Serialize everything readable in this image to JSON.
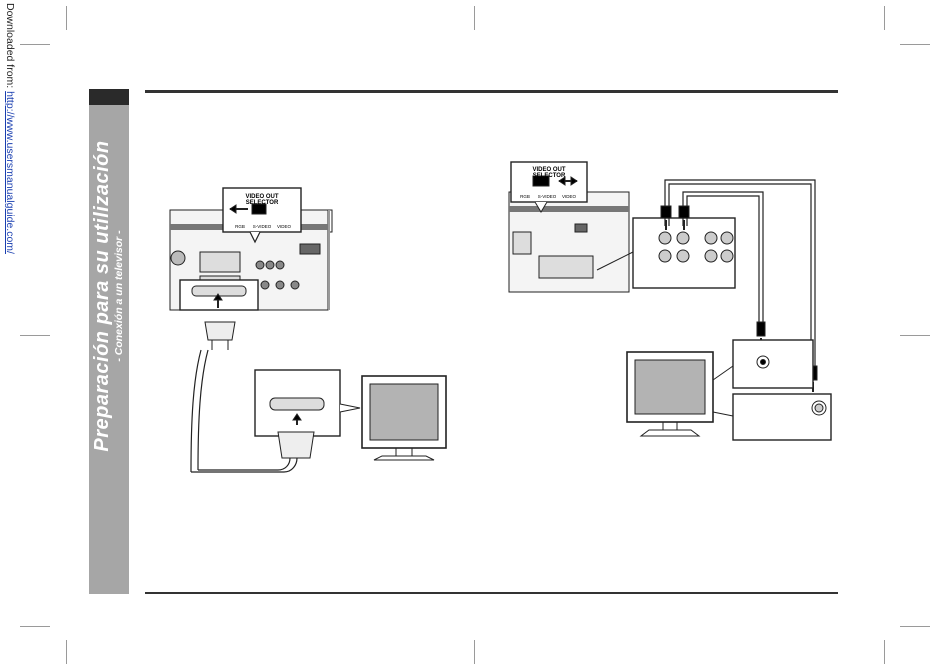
{
  "source": {
    "prefix": "Downloaded from: ",
    "url": "http://www.usersmanualguide.com/"
  },
  "sidebar": {
    "title": "Preparación para su utilización",
    "subtitle": "- Conexión a un televisor -"
  },
  "left_diagram": {
    "selector_title_1": "VIDEO OUT",
    "selector_title_2": "SELECTOR",
    "positions": [
      "RGB",
      "S-VIDEO",
      "VIDEO"
    ]
  },
  "right_diagram": {
    "selector_title_1": "VIDEO OUT",
    "selector_title_2": "SELECTOR",
    "positions": [
      "RGB",
      "S-VIDEO",
      "VIDEO"
    ]
  },
  "colors": {
    "sidebar_bg": "#a6a6a6",
    "sidebar_tab": "#2a2a2a",
    "line_art": "#222222",
    "screen_fill": "#b3b3b3"
  }
}
